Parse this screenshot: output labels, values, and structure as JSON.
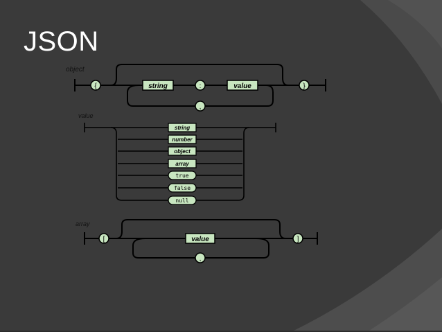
{
  "slide": {
    "title": "JSON",
    "background_color": "#3a3a3a",
    "diagram_line_color": "#000000",
    "token_fill_color": "#c8e6c0"
  },
  "object": {
    "label": "object",
    "open_brace": "{",
    "string": "string",
    "colon": ":",
    "value": "value",
    "comma": ",",
    "close_brace": "}"
  },
  "value": {
    "label": "value",
    "options": [
      "string",
      "number",
      "object",
      "array",
      "true",
      "false",
      "null"
    ]
  },
  "array": {
    "label": "array",
    "open_bracket": "[",
    "value": "value",
    "comma": ",",
    "close_bracket": "]"
  }
}
